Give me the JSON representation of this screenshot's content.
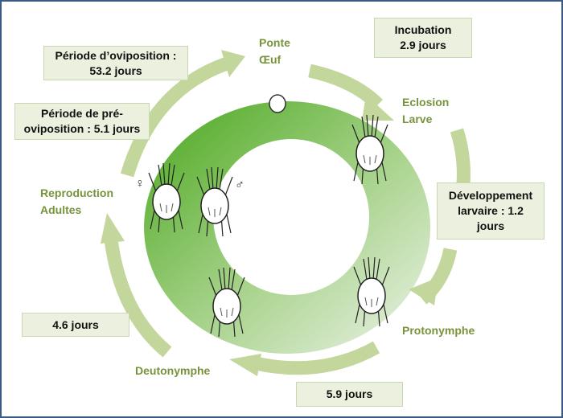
{
  "stages": {
    "ponte": [
      "Ponte",
      "Œuf"
    ],
    "eclosion": [
      "Eclosion",
      "Larve"
    ],
    "protonymphe": "Protonymphe",
    "deutonymphe": "Deutonymphe",
    "reproduction": [
      "Reproduction",
      "Adultes"
    ]
  },
  "durations": {
    "incubation": [
      "Incubation",
      "2.9 jours"
    ],
    "larvaire": [
      "Développement",
      "larvaire : 1.2",
      "jours"
    ],
    "protonymphe": "5.9 jours",
    "deutonymphe": "4.6 jours",
    "preoviposition": [
      "Période de pré-",
      "oviposition : 5.1 jours"
    ],
    "oviposition": [
      "Période d’oviposition :",
      "53.2 jours"
    ]
  },
  "symbols": {
    "female": "♀",
    "male": "♂"
  },
  "colors": {
    "ring_dark": "#6cb844",
    "ring_light": "#e4eedc",
    "arrow": "#c3d69b",
    "stage_text": "#77933c",
    "box_bg": "#ebf1de",
    "border": "#3a5a86"
  }
}
